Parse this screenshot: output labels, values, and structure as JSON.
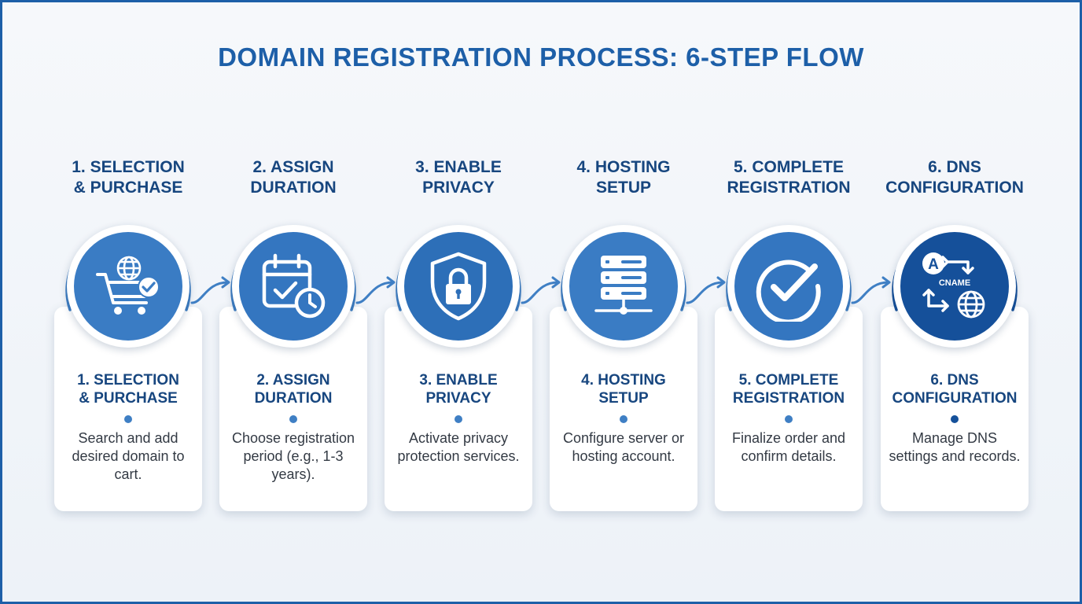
{
  "title": "DOMAIN REGISTRATION PROCESS: 6-STEP FLOW",
  "colors": {
    "border": "#1d5fa8",
    "title": "#1d5fa8",
    "heading": "#17467f",
    "ring": "#3f7fc4",
    "disc_light": "#3a7cc4",
    "disc_dark": "#15509a"
  },
  "steps": [
    {
      "title_line1": "1. SELECTION",
      "title_line2": "& PURCHASE",
      "description": "Search and add desired domain to cart.",
      "icon": "shopping-cart-globe-icon"
    },
    {
      "title_line1": "2. ASSIGN",
      "title_line2": "DURATION",
      "description": "Choose registration period (e.g., 1-3 years).",
      "icon": "calendar-clock-icon"
    },
    {
      "title_line1": "3. ENABLE",
      "title_line2": "PRIVACY",
      "description": "Activate privacy protection services.",
      "icon": "shield-lock-icon"
    },
    {
      "title_line1": "4. HOSTING",
      "title_line2": "SETUP",
      "description": "Configure server or hosting account.",
      "icon": "server-icon"
    },
    {
      "title_line1": "5. COMPLETE",
      "title_line2": "REGISTRATION",
      "description": "Finalize order and confirm details.",
      "icon": "checkmark-icon"
    },
    {
      "title_line1": "6. DNS",
      "title_line2": "CONFIGURATION",
      "description": "Manage DNS settings and records.",
      "icon": "dns-records-icon",
      "icon_labels": {
        "record_a": "A",
        "record_cname": "CNAME"
      }
    }
  ]
}
